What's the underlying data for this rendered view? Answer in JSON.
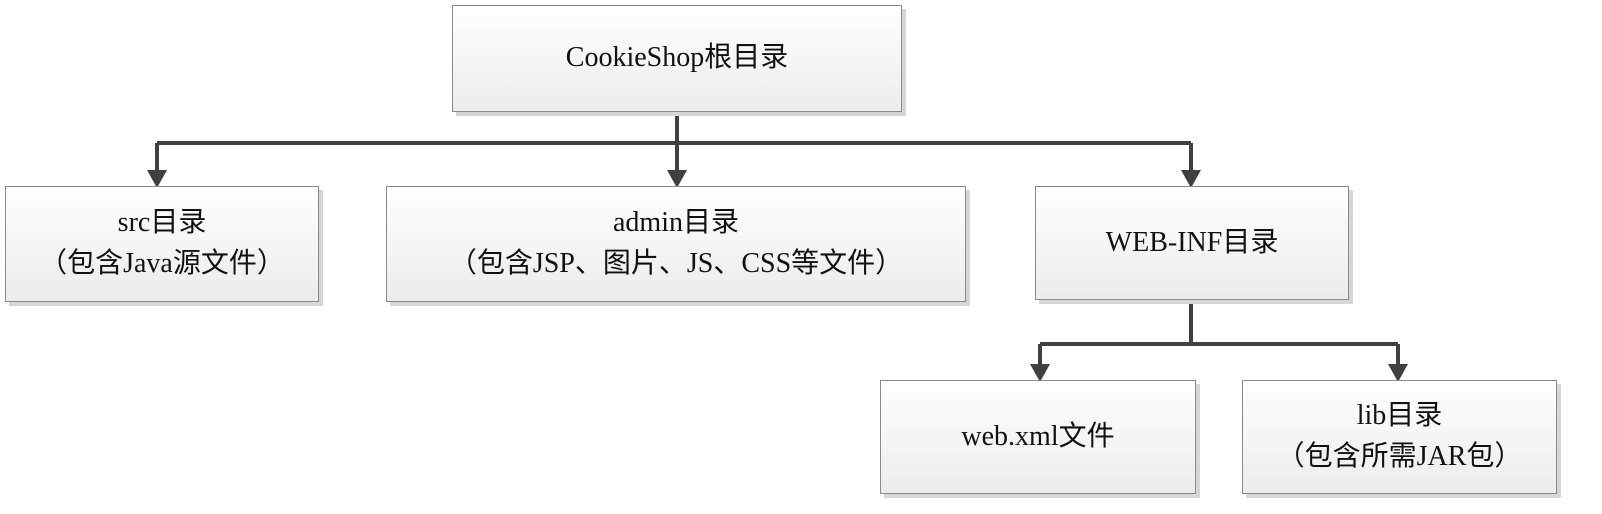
{
  "nodes": {
    "root": {
      "title": "CookieShop根目录"
    },
    "src": {
      "title": "src目录",
      "note": "（包含Java源文件）"
    },
    "admin": {
      "title": "admin目录",
      "note": "（包含JSP、图片、JS、CSS等文件）"
    },
    "webinf": {
      "title": "WEB-INF目录"
    },
    "webxml": {
      "title": "web.xml文件"
    },
    "lib": {
      "title": "lib目录",
      "note": "（包含所需JAR包）"
    }
  },
  "colors": {
    "connector": "#404040",
    "border": "#8a8a8a"
  }
}
